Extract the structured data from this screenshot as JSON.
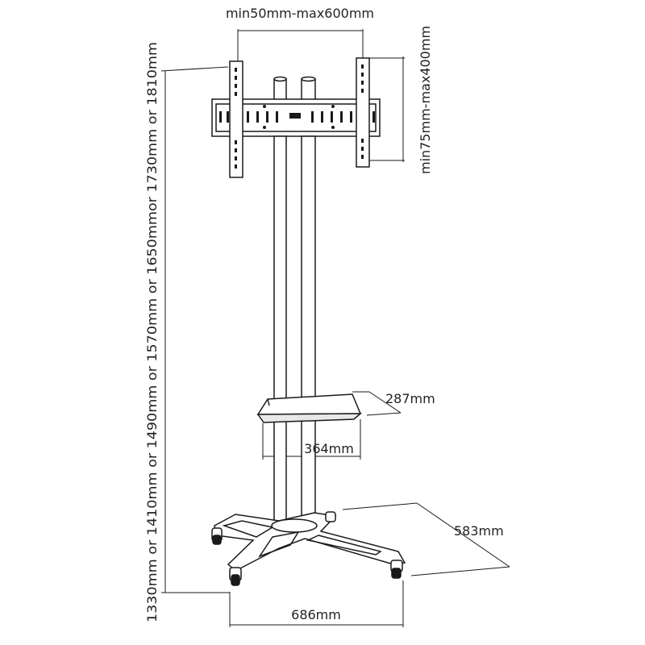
{
  "labels": {
    "width_range": "min50mm-max600mm",
    "height_range": "min75mm-max400mm",
    "total_height": "1330mm or 1410mm or 1490mm or 1570mm or 1650mmor 1730mm or 1810mm",
    "shelf_depth": "287mm",
    "shelf_width": "364mm",
    "base_depth": "583mm",
    "base_width": "686mm"
  },
  "colors": {
    "line": "#1a1a1a",
    "text": "#222222",
    "background": "#ffffff"
  }
}
